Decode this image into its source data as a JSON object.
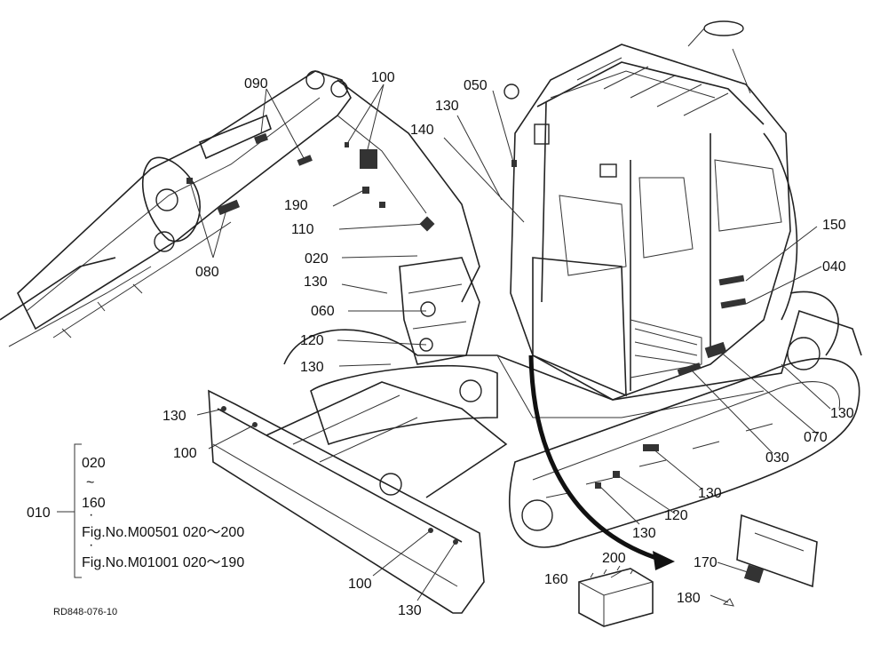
{
  "callouts": [
    {
      "id": "090",
      "text": "090"
    },
    {
      "id": "100a",
      "text": "100"
    },
    {
      "id": "050",
      "text": "050"
    },
    {
      "id": "130a",
      "text": "130"
    },
    {
      "id": "140",
      "text": "140"
    },
    {
      "id": "190",
      "text": "190"
    },
    {
      "id": "110",
      "text": "110"
    },
    {
      "id": "080",
      "text": "080"
    },
    {
      "id": "020",
      "text": "020"
    },
    {
      "id": "130b",
      "text": "130"
    },
    {
      "id": "060",
      "text": "060"
    },
    {
      "id": "120a",
      "text": "120"
    },
    {
      "id": "130c",
      "text": "130"
    },
    {
      "id": "150",
      "text": "150"
    },
    {
      "id": "040",
      "text": "040"
    },
    {
      "id": "130d",
      "text": "130"
    },
    {
      "id": "100b",
      "text": "100"
    },
    {
      "id": "130e",
      "text": "130"
    },
    {
      "id": "070",
      "text": "070"
    },
    {
      "id": "030",
      "text": "030"
    },
    {
      "id": "130f",
      "text": "130"
    },
    {
      "id": "120b",
      "text": "120"
    },
    {
      "id": "130g",
      "text": "130"
    },
    {
      "id": "200",
      "text": "200"
    },
    {
      "id": "170",
      "text": "170"
    },
    {
      "id": "160",
      "text": "160"
    },
    {
      "id": "100c",
      "text": "100"
    },
    {
      "id": "130h",
      "text": "130"
    },
    {
      "id": "180",
      "text": "180"
    }
  ],
  "legend": {
    "main_ref": "010",
    "range_start": "020",
    "tilde": "~",
    "range_end": "160",
    "dot": "·",
    "fig_line_1": "Fig.No.M00501  020～200",
    "fig_line_2": "Fig.No.M01001  020～190"
  },
  "drawing_code": "RD848-076-10"
}
